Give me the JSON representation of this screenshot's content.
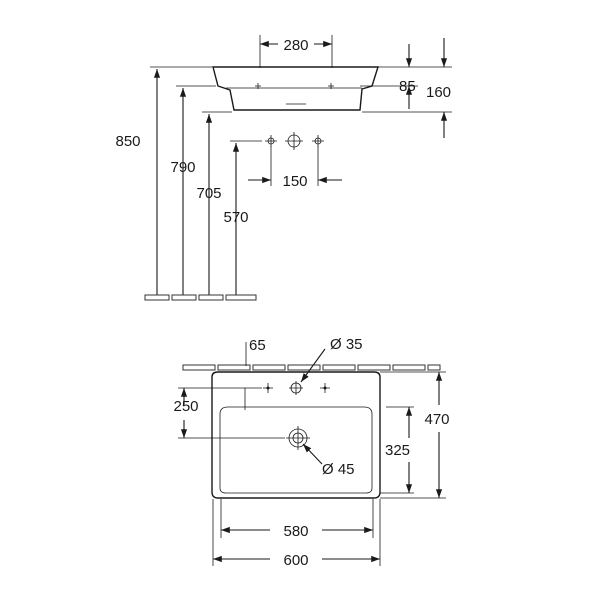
{
  "side_view": {
    "width_280": "280",
    "height_85": "85",
    "height_160": "160",
    "height_850": "850",
    "height_790": "790",
    "height_705": "705",
    "height_570": "570",
    "tap_spacing_150": "150"
  },
  "top_view": {
    "offset_65": "65",
    "tap_hole_diameter": "Ø 35",
    "depth_250": "250",
    "depth_470": "470",
    "depth_325": "325",
    "drain_diameter": "Ø 45",
    "inner_width_580": "580",
    "outer_width_600": "600"
  }
}
